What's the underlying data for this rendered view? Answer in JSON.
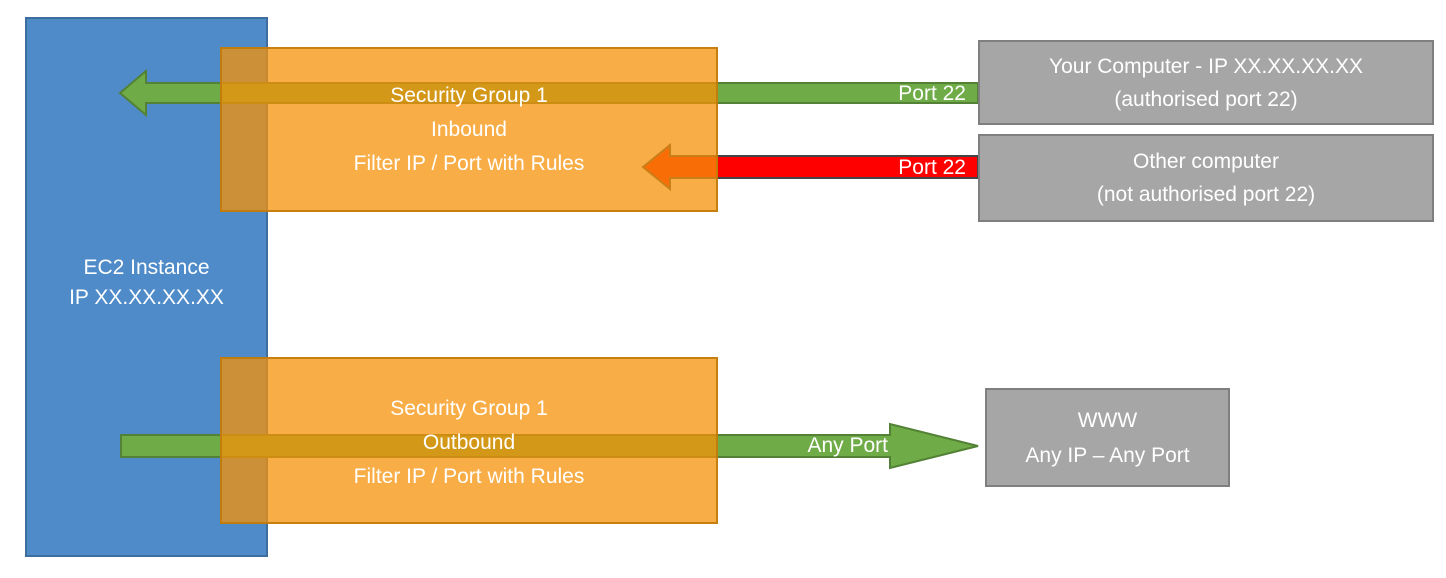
{
  "diagram": {
    "ec2": {
      "line1": "EC2 Instance",
      "line2": "IP XX.XX.XX.XX"
    },
    "sg_inbound": {
      "title": "Security Group 1",
      "direction": "Inbound",
      "rule": "Filter IP / Port with Rules"
    },
    "sg_outbound": {
      "title": "Security Group 1",
      "direction": "Outbound",
      "rule": "Filter IP / Port with Rules"
    },
    "endpoints": {
      "your_computer": {
        "line1": "Your Computer - IP XX.XX.XX.XX",
        "line2": "(authorised port 22)"
      },
      "other_computer": {
        "line1": "Other computer",
        "line2": "(not authorised port 22)"
      },
      "www": {
        "line1": "WWW",
        "line2": "Any IP – Any Port"
      }
    },
    "flows": {
      "inbound_allowed_label": "Port 22",
      "inbound_blocked_label": "Port 22",
      "outbound_label": "Any Port"
    }
  },
  "colors": {
    "blue-fill": "#4E8BC8",
    "blue-border": "#3D6E9E",
    "orange-fill": "rgba(246,146,8,0.75)",
    "orange-border": "rgba(193,122,9,0.9)",
    "green-fill": "#6FAC47",
    "green-border": "#538135",
    "red-fill": "#FF0000",
    "red-border": "#454545",
    "gray-fill": "#A6A6A6",
    "gray-border": "#7F7F7F",
    "text-light": "#FFFFFF"
  }
}
